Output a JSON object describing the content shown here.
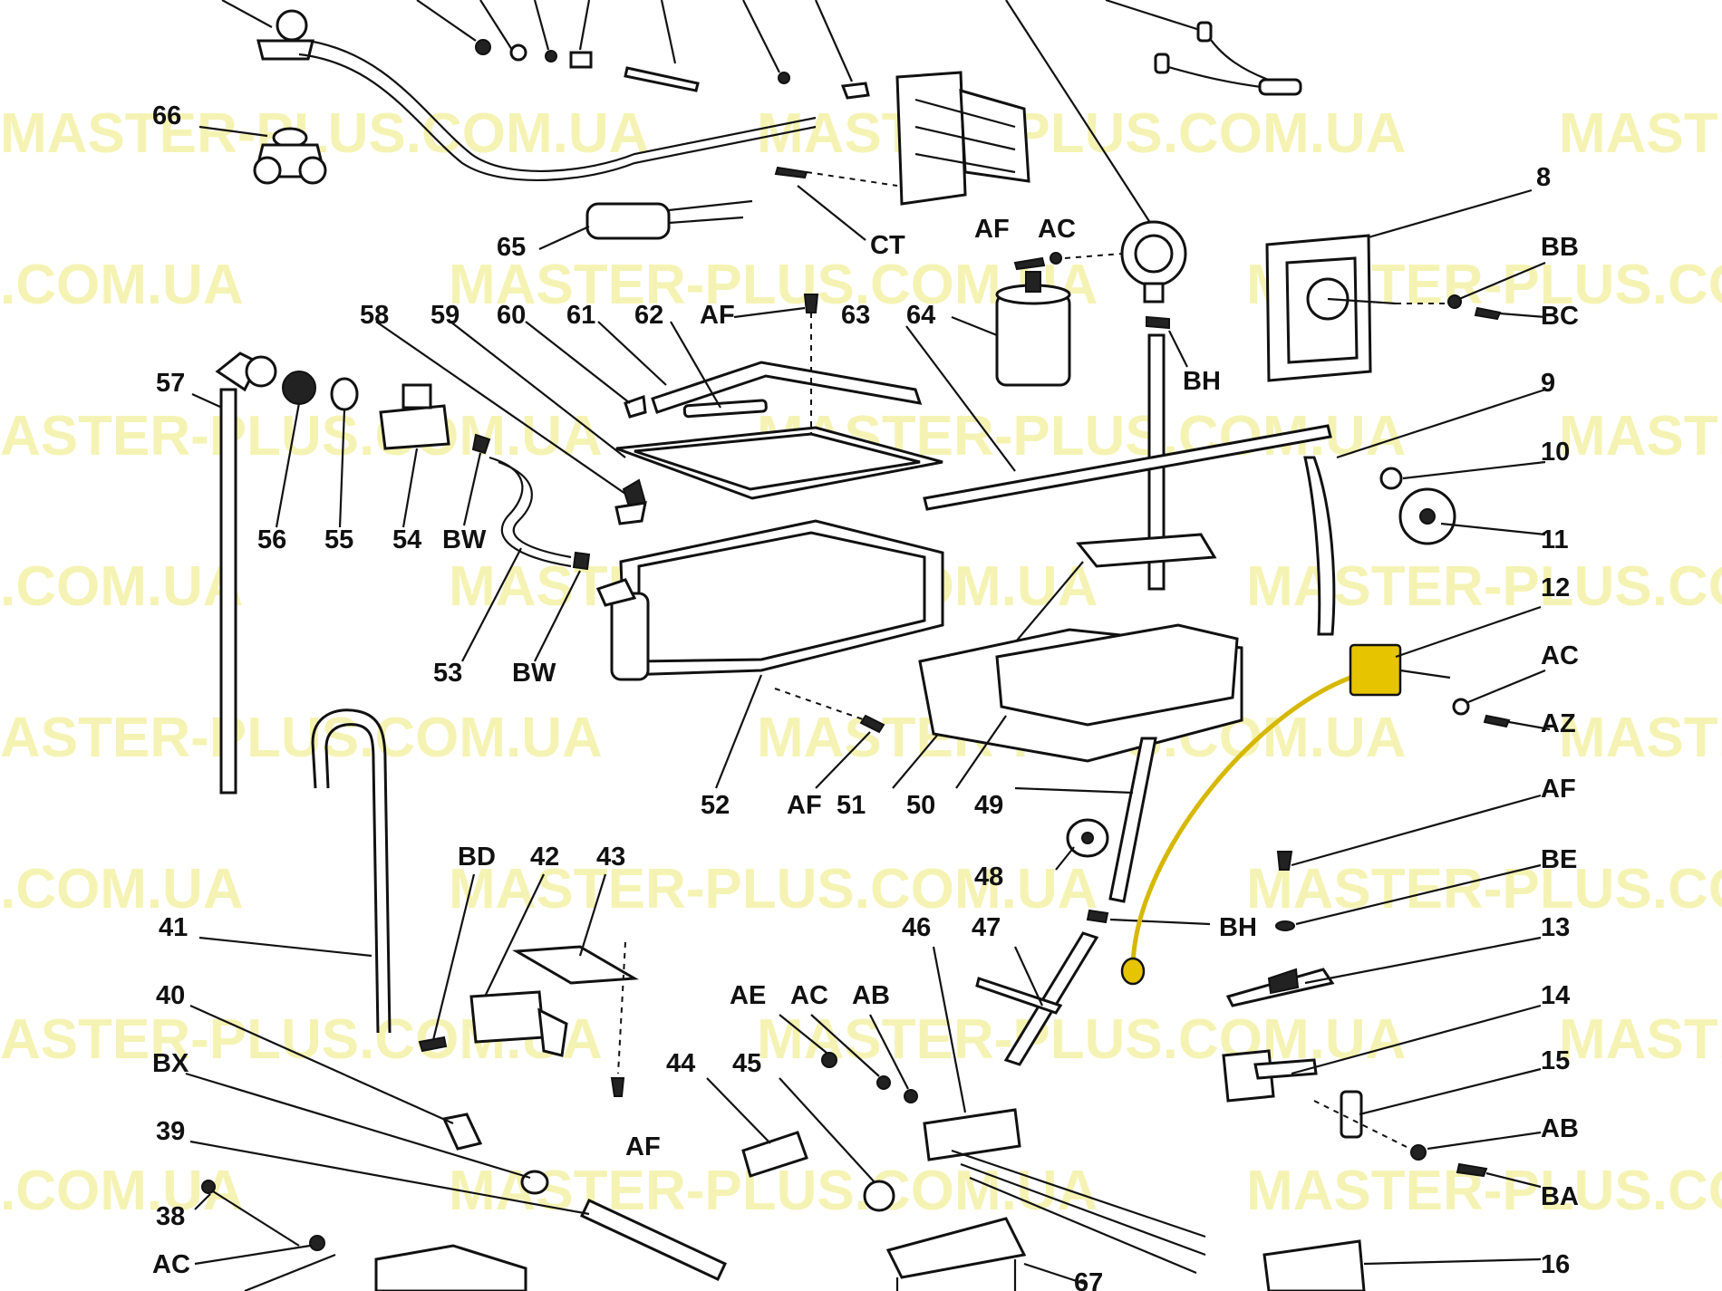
{
  "colors": {
    "highlight": "#e6c400",
    "watermark": "#f2ef9a",
    "line": "#111111"
  },
  "watermark": {
    "rows": [
      [
        "MASTER-PLUS.COM.UA",
        "MASTER-PLUS.COM.UA",
        "MASTE"
      ],
      [
        ".COM.UA",
        "MASTER-PLUS.COM.UA",
        "MASTER-PLUS.COM"
      ],
      [
        "ASTER-PLUS.COM.UA",
        "MASTER-PLUS.COM.UA",
        "MASTE"
      ],
      [
        ".COM.UA",
        "MASTER-PLUS.COM.UA",
        "MASTER-PLUS.COM"
      ],
      [
        "ASTER-PLUS.COM.UA",
        "MASTER-PLUS.COM.UA",
        "MASTE"
      ],
      [
        ".COM.UA",
        "MASTER-PLUS.COM.UA",
        "MASTER-PLUS.COM"
      ],
      [
        "ASTER-PLUS.COM.UA",
        "MASTER-PLUS.COM.UA",
        "MASTE"
      ],
      [
        ".COM.UA",
        "MASTER-PLUS.COM.UA",
        "MASTER-PLUS.COM"
      ]
    ]
  },
  "labels": {
    "l66": "66",
    "l65": "65",
    "lCT": "CT",
    "lAF_top": "AF",
    "lAC_top": "AC",
    "l8": "8",
    "lBB": "BB",
    "lBC": "BC",
    "l58": "58",
    "l59": "59",
    "l60": "60",
    "l61": "61",
    "l62": "62",
    "lAF_62": "AF",
    "l63": "63",
    "l64": "64",
    "lBH_top": "BH",
    "l57": "57",
    "l56": "56",
    "l55": "55",
    "l54": "54",
    "lBW_1": "BW",
    "l9": "9",
    "l10": "10",
    "l11": "11",
    "l53": "53",
    "lBW_2": "BW",
    "l12": "12",
    "lAC_12": "AC",
    "lAZ": "AZ",
    "l52": "52",
    "lAF_52": "AF",
    "l51": "51",
    "l50": "50",
    "l49": "49",
    "lAF_13": "AF",
    "lBD": "BD",
    "l42": "42",
    "l43": "43",
    "l48": "48",
    "lBE": "BE",
    "l41": "41",
    "l46": "46",
    "l47": "47",
    "lBH_mid": "BH",
    "l13": "13",
    "l40": "40",
    "lAE": "AE",
    "lAC_46": "AC",
    "lAB_46": "AB",
    "l14": "14",
    "lBX": "BX",
    "l44": "44",
    "l45": "45",
    "l15": "15",
    "lAF_44": "AF",
    "l39": "39",
    "lAB_15": "AB",
    "lBA": "BA",
    "l38": "38",
    "lAC_38": "AC",
    "l16": "16",
    "l67": "67"
  }
}
